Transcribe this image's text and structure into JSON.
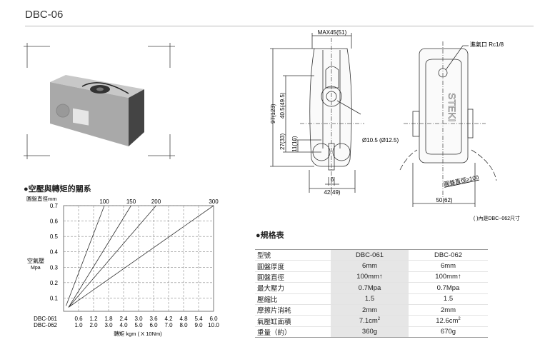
{
  "title": "DBC-06",
  "photo": {
    "icon": "product-photo-brake-caliper"
  },
  "drawing": {
    "max_width": "MAX45(51)",
    "height_total": "97(123)",
    "height_upper": "40.5(49.5)",
    "height_lower": "27(33)",
    "height_small": "11(16)",
    "bore": "Ø10.5 (Ø12.5)",
    "gap": "6",
    "width_side": "42(49)",
    "air_inlet": "進氣口 Rc1/8",
    "width_front": "50(62)",
    "disc_diameter": "圓盤直徑≥100",
    "brand": "STEKI",
    "note": "(    )內是DBC−062尺寸"
  },
  "chart_section_title": "●空壓與轉矩的關系",
  "chart_data": {
    "type": "line",
    "title": "空壓與轉矩的關系",
    "series_header": "圓盤直徑mm",
    "ylabel": "空氣壓",
    "ylabel_unit": "Mpa",
    "xlabel": "轉矩  kgm ( X 10Nm)",
    "ylim": [
      0,
      0.7
    ],
    "xlim": [
      0,
      6.0
    ],
    "yticks": [
      "0.1",
      "0.2",
      "0.3",
      "0.4",
      "0.5",
      "0.6",
      "0.7"
    ],
    "x_rows": [
      {
        "name": "DBC-061",
        "ticks": [
          "0.6",
          "1.2",
          "1.8",
          "2.4",
          "3.0",
          "3.6",
          "4.2",
          "4.8",
          "5.4",
          "6.0"
        ]
      },
      {
        "name": "DBC-062",
        "ticks": [
          "1.0",
          "2.0",
          "3.0",
          "4.0",
          "5.0",
          "6.0",
          "7.0",
          "8.0",
          "9.0",
          "10.0"
        ]
      }
    ],
    "grid": true,
    "series": [
      {
        "name": "100",
        "points": [
          [
            0.1,
            0.05
          ],
          [
            1.63,
            0.7
          ]
        ]
      },
      {
        "name": "150",
        "points": [
          [
            0.2,
            0.04
          ],
          [
            2.7,
            0.7
          ]
        ]
      },
      {
        "name": "200",
        "points": [
          [
            0.2,
            0.04
          ],
          [
            3.7,
            0.7
          ]
        ]
      },
      {
        "name": "300",
        "points": [
          [
            0.2,
            0.04
          ],
          [
            6.0,
            0.7
          ]
        ]
      }
    ]
  },
  "spec_section_title": "●規格表",
  "spec_table": {
    "rows": [
      [
        "型號",
        "DBC-061",
        "DBC-062"
      ],
      [
        "圓盤厚度",
        "6mm",
        "6mm"
      ],
      [
        "圓盤直徑",
        "100mm↑",
        "100mm↑"
      ],
      [
        "最大壓力",
        "0.7Mpa",
        "0.7Mpa"
      ],
      [
        "壓縮比",
        "1.5",
        "1.5"
      ],
      [
        "摩擦片消耗",
        "2mm",
        "2mm"
      ],
      [
        "氣壓缸面積",
        "7.1cm",
        "12.6cm"
      ],
      [
        "重量（約）",
        "360g",
        "670g"
      ]
    ],
    "area_superscript": "2"
  }
}
